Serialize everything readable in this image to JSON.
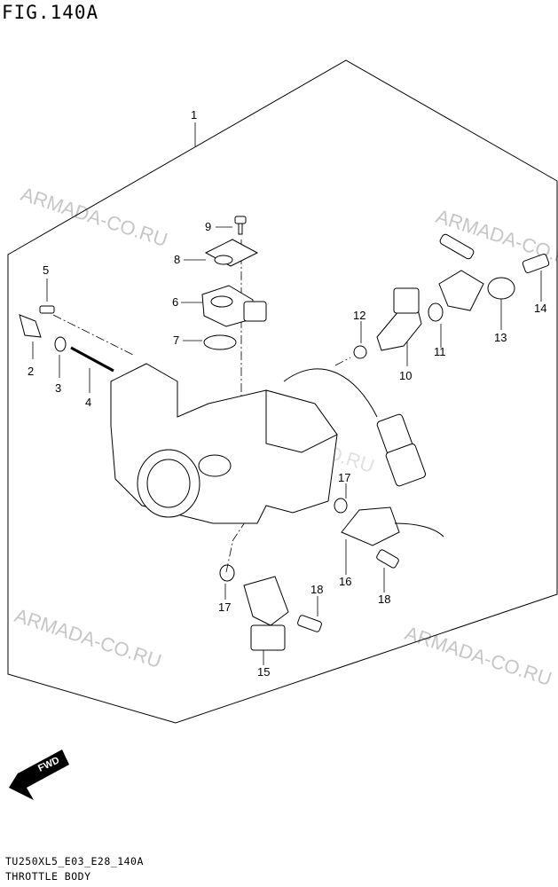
{
  "figure": {
    "title": "FIG.140A"
  },
  "footer": {
    "code": "TU250XL5_E03_E28_140A",
    "name": "THROTTLE BODY"
  },
  "watermark": "ARMADA-CO.RU",
  "fwd_label": "FWD",
  "callouts": {
    "c1": "1",
    "c2": "2",
    "c3": "3",
    "c4": "4",
    "c5": "5",
    "c6": "6",
    "c7": "7",
    "c8": "8",
    "c9": "9",
    "c10": "10",
    "c11": "11",
    "c12": "12",
    "c13": "13",
    "c14": "14",
    "c15": "15",
    "c16": "16",
    "c17a": "17",
    "c17b": "17",
    "c18a": "18",
    "c18b": "18"
  }
}
